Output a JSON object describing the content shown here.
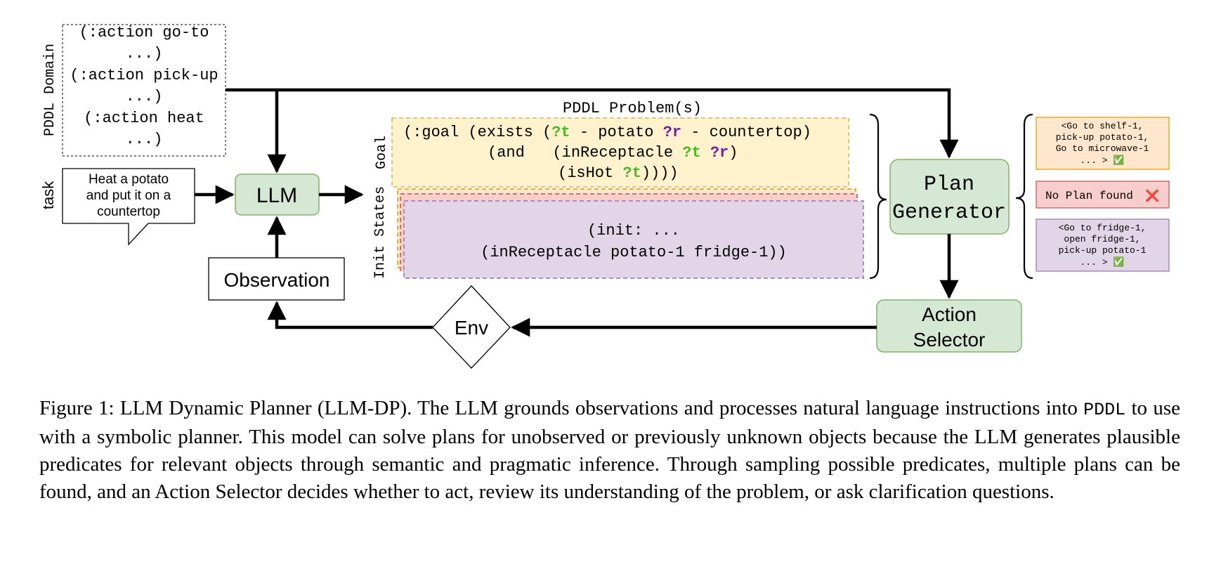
{
  "diagram": {
    "domain_label": "PDDL Domain",
    "domain_lines": [
      "(:action go-to",
      "...)",
      "(:action pick-up",
      "...)",
      "(:action heat",
      "...)"
    ],
    "task_label": "task",
    "task_text": [
      "Heat a potato",
      "and put it on a",
      "countertop"
    ],
    "llm_label": "LLM",
    "observation_label": "Observation",
    "env_label": "Env",
    "problem_title": "PDDL Problem(s)",
    "goal_label": "Goal",
    "init_label": "Init States",
    "goal_line1": {
      "p1": "(:goal (exists (",
      "t": "?t",
      "p2": " - potato ",
      "r": "?r",
      "p3": " - countertop)"
    },
    "goal_line2": {
      "p1": "(and   (inReceptacle ",
      "t": "?t",
      "sp": " ",
      "r": "?r",
      "p2": ")"
    },
    "goal_line3": {
      "p1": "(isHot ",
      "t": "?t",
      "p2": "))))"
    },
    "init_line1": "(init: ...",
    "init_line2": "(inReceptacle potato-1 fridge-1))",
    "plan_generator": [
      "Plan",
      "Generator"
    ],
    "action_selector": [
      "Action",
      "Selector"
    ],
    "plan1": [
      "<Go to shelf-1,",
      "pick-up potato-1,",
      "Go to microwave-1",
      "... > ✅"
    ],
    "plan2": "No Plan found",
    "plan2_icon": "❌",
    "plan3": [
      "<Go to fridge-1,",
      "open fridge-1,",
      "pick-up potato-1",
      "... > ✅"
    ],
    "colors": {
      "green_fill": "#d5e8d4",
      "green_stroke": "#82b366",
      "yellow_fill": "#fff2cc",
      "yellow_stroke": "#d6b656",
      "red_fill": "#f8cecc",
      "red_stroke": "#b85450",
      "purple_fill": "#e1d5e7",
      "purple_stroke": "#9673a6",
      "orange_fill": "#ffe6cc",
      "orange_stroke": "#d79b00",
      "var_t": "#4cb82a",
      "var_r": "#7a1ea6"
    }
  },
  "caption": {
    "part1": "Figure 1: LLM Dynamic Planner (LLM-DP). The LLM grounds observations and processes natural language instructions into ",
    "code": "PDDL",
    "part2": " to use with a symbolic planner. This model can solve plans for unobserved or previously unknown objects because the LLM generates plausible predicates for relevant objects through semantic and pragmatic inference. Through sampling possible predicates, multiple plans can be found, and an Action Selector decides whether to act, review its understanding of the problem, or ask clarification questions."
  }
}
